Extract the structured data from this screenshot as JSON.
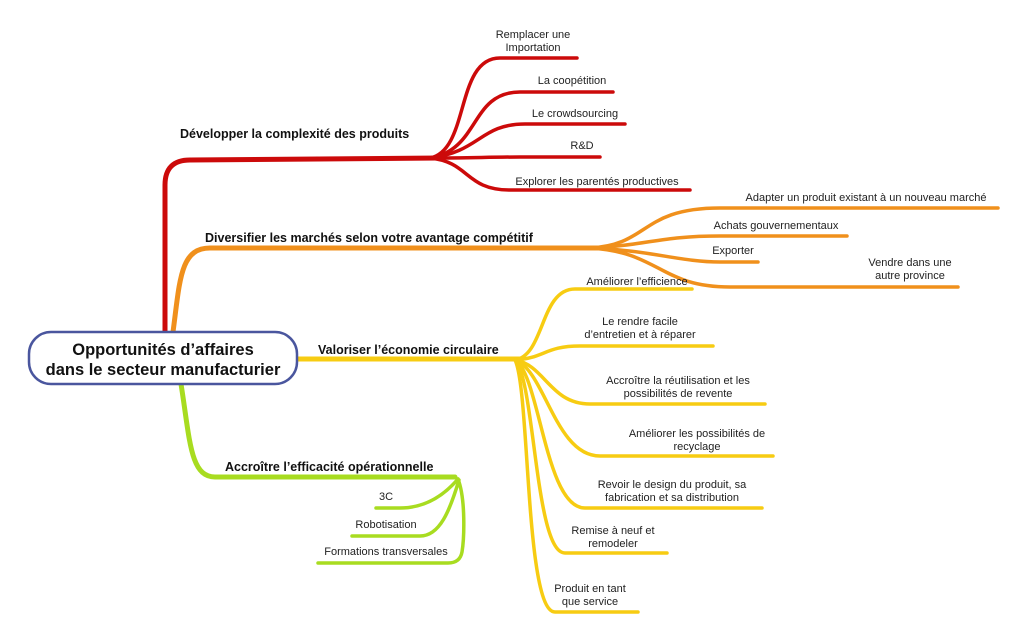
{
  "colors": {
    "red": "#cc0a0a",
    "orange": "#f0901c",
    "yellow": "#f7cc12",
    "green": "#a8dc20",
    "center_border": "#4a569e"
  },
  "center": {
    "line1": "Opportunités d’affaires",
    "line2": "dans le secteur manufacturier"
  },
  "branches": [
    {
      "label": "Développer la complexité des produits",
      "children": [
        {
          "lines": [
            "Remplacer une",
            "Importation"
          ]
        },
        {
          "lines": [
            "La coopétition"
          ]
        },
        {
          "lines": [
            "Le crowdsourcing"
          ]
        },
        {
          "lines": [
            "R&D"
          ]
        },
        {
          "lines": [
            "Explorer les parentés productives"
          ]
        }
      ]
    },
    {
      "label": "Diversifier les marchés selon votre avantage compétitif",
      "children": [
        {
          "lines": [
            "Adapter un produit existant à un nouveau marché"
          ]
        },
        {
          "lines": [
            "Achats gouvernementaux"
          ]
        },
        {
          "lines": [
            "Exporter"
          ]
        },
        {
          "lines": [
            "Vendre dans une",
            "autre province"
          ]
        }
      ]
    },
    {
      "label": "Valoriser l’économie circulaire",
      "children": [
        {
          "lines": [
            "Améliorer l’efficience"
          ]
        },
        {
          "lines": [
            "Le rendre facile",
            "d’entretien et à réparer"
          ]
        },
        {
          "lines": [
            "Accroître la réutilisation et les",
            "possibilités de revente"
          ]
        },
        {
          "lines": [
            "Améliorer les possibilités de",
            "recyclage"
          ]
        },
        {
          "lines": [
            "Revoir le design du produit, sa",
            "fabrication et sa distribution"
          ]
        },
        {
          "lines": [
            "Remise à neuf et",
            "remodeler"
          ]
        },
        {
          "lines": [
            "Produit en tant",
            "que service"
          ]
        }
      ]
    },
    {
      "label": "Accroître l’efficacité opérationnelle",
      "children": [
        {
          "lines": [
            "3C"
          ]
        },
        {
          "lines": [
            "Robotisation"
          ]
        },
        {
          "lines": [
            "Formations transversales"
          ]
        }
      ]
    }
  ]
}
